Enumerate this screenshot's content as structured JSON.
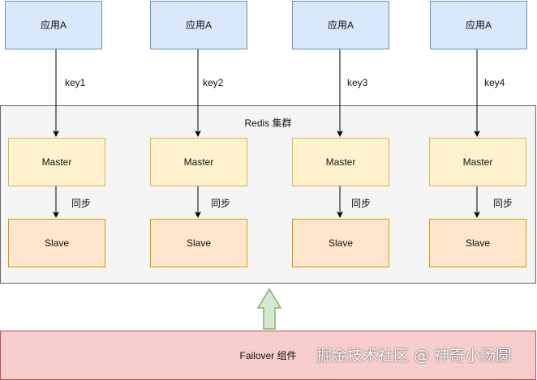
{
  "apps": [
    {
      "label": "应用A"
    },
    {
      "label": "应用A"
    },
    {
      "label": "应用A"
    },
    {
      "label": "应用A"
    }
  ],
  "keys": [
    "key1",
    "key2",
    "key3",
    "key4"
  ],
  "cluster": {
    "label": "Redis 集群"
  },
  "masters": [
    "Master",
    "Master",
    "Master",
    "Master"
  ],
  "sync_labels": [
    "同步",
    "同步",
    "同步",
    "同步"
  ],
  "slaves": [
    "Slave",
    "Slave",
    "Slave",
    "Slave"
  ],
  "failover": {
    "label": "Failover 组件"
  },
  "watermark": {
    "text": "掘金技术社区 @ 神奇小汤圆"
  },
  "colors": {
    "app_fill": "#dae8fc",
    "app_border": "#6c8ebf",
    "master_fill": "#fff2cc",
    "master_border": "#d6b656",
    "slave_fill": "#ffe6cc",
    "slave_border": "#d79b00",
    "cluster_fill": "#f5f5f5",
    "cluster_border": "#666666",
    "failover_fill": "#f8cecc",
    "failover_border": "#b85450",
    "up_arrow_fill": "#d5e8d4",
    "up_arrow_border": "#82b366"
  }
}
